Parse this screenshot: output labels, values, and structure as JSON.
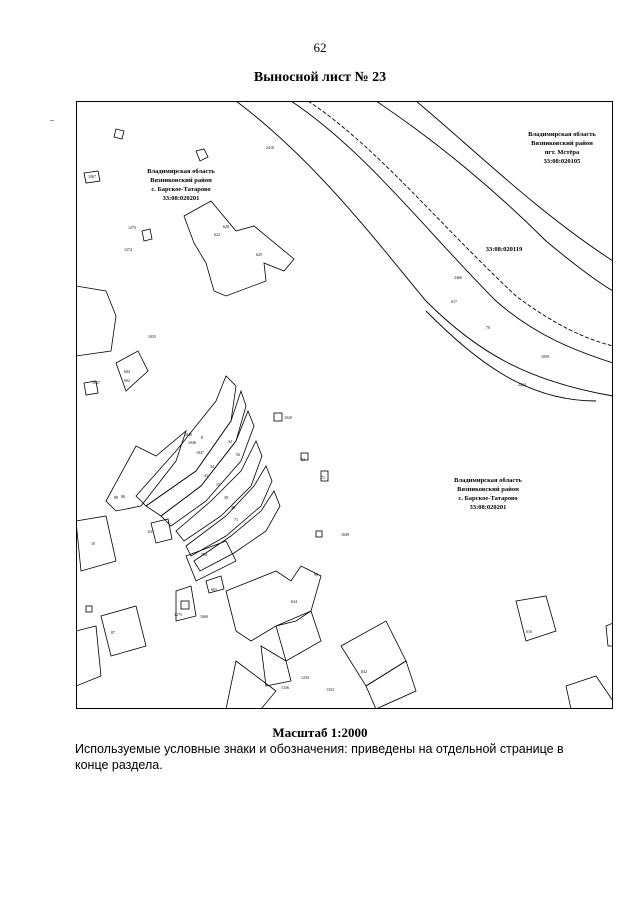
{
  "page": {
    "number": "62",
    "title": "Выносной лист № 23",
    "scale": "Масштаб 1:2000",
    "legend_note": "Используемые условные знаки и обозначения: приведены на отдельной странице в конце раздела."
  },
  "map": {
    "regions": [
      {
        "lines": [
          "Владимирская область",
          "Вязниковский район",
          "с. Барское-Татарово",
          "33:08:020201"
        ]
      },
      {
        "lines": [
          "Владимирская область",
          "Вязниковский район",
          "пгт. Мстёра",
          "33:08:020105"
        ]
      },
      {
        "lines": [
          "33:08:020119"
        ]
      },
      {
        "lines": [
          "Владимирская область",
          "Вязниковский район",
          "с. Барское-Татарово",
          "33:08:020201"
        ]
      }
    ],
    "parcel_labels": [
      "2410",
      "625",
      "1067",
      "1273",
      "1274",
      "628",
      "622",
      "1067",
      "604",
      "1035",
      "1040",
      "1046",
      "1047",
      "37",
      "39",
      "40",
      "41",
      "71",
      "80",
      "602",
      "631",
      "8",
      "53",
      "34",
      "32",
      "56",
      "1020",
      "624",
      "632",
      "700",
      "1060",
      "10",
      "89",
      "87",
      "616",
      "601",
      "2414",
      "2460",
      "1050",
      "617",
      "70",
      "71",
      "99",
      "1049",
      "1275",
      "1235",
      "1333",
      "1336"
    ]
  }
}
